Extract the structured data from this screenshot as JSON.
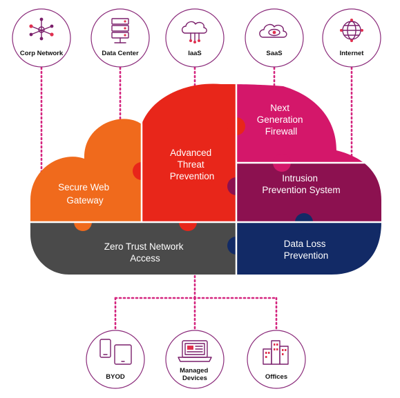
{
  "top_nodes": [
    {
      "label": "Corp Network",
      "icon": "network-nodes-icon"
    },
    {
      "label": "Data Center",
      "icon": "server-rack-icon"
    },
    {
      "label": "IaaS",
      "icon": "cloud-circuit-icon"
    },
    {
      "label": "SaaS",
      "icon": "cloud-eye-icon"
    },
    {
      "label": "Internet",
      "icon": "globe-icon"
    }
  ],
  "puzzle": {
    "secure_web_gateway": [
      "Secure Web",
      "Gateway"
    ],
    "advanced_threat_prevention": [
      "Advanced",
      "Threat",
      "Prevention"
    ],
    "next_generation_firewall": [
      "Next",
      "Generation",
      "Firewall"
    ],
    "intrusion_prevention_system": [
      "Intrusion",
      "Prevention System"
    ],
    "zero_trust_network_access": [
      "Zero Trust Network",
      "Access"
    ],
    "data_loss_prevention": [
      "Data Loss",
      "Prevention"
    ]
  },
  "bottom_nodes": [
    {
      "label": "BYOD",
      "icon": "mobile-tablet-icon"
    },
    {
      "label": "Managed Devices",
      "lines": [
        "Managed",
        "Devices"
      ],
      "icon": "laptop-icon"
    },
    {
      "label": "Offices",
      "icon": "buildings-icon"
    }
  ],
  "colors": {
    "orange": "#f06a1c",
    "red": "#e8261a",
    "magenta": "#d4176a",
    "plum": "#8c1150",
    "gray": "#4a4a4a",
    "navy": "#122a66",
    "connector": "#d4247e"
  }
}
